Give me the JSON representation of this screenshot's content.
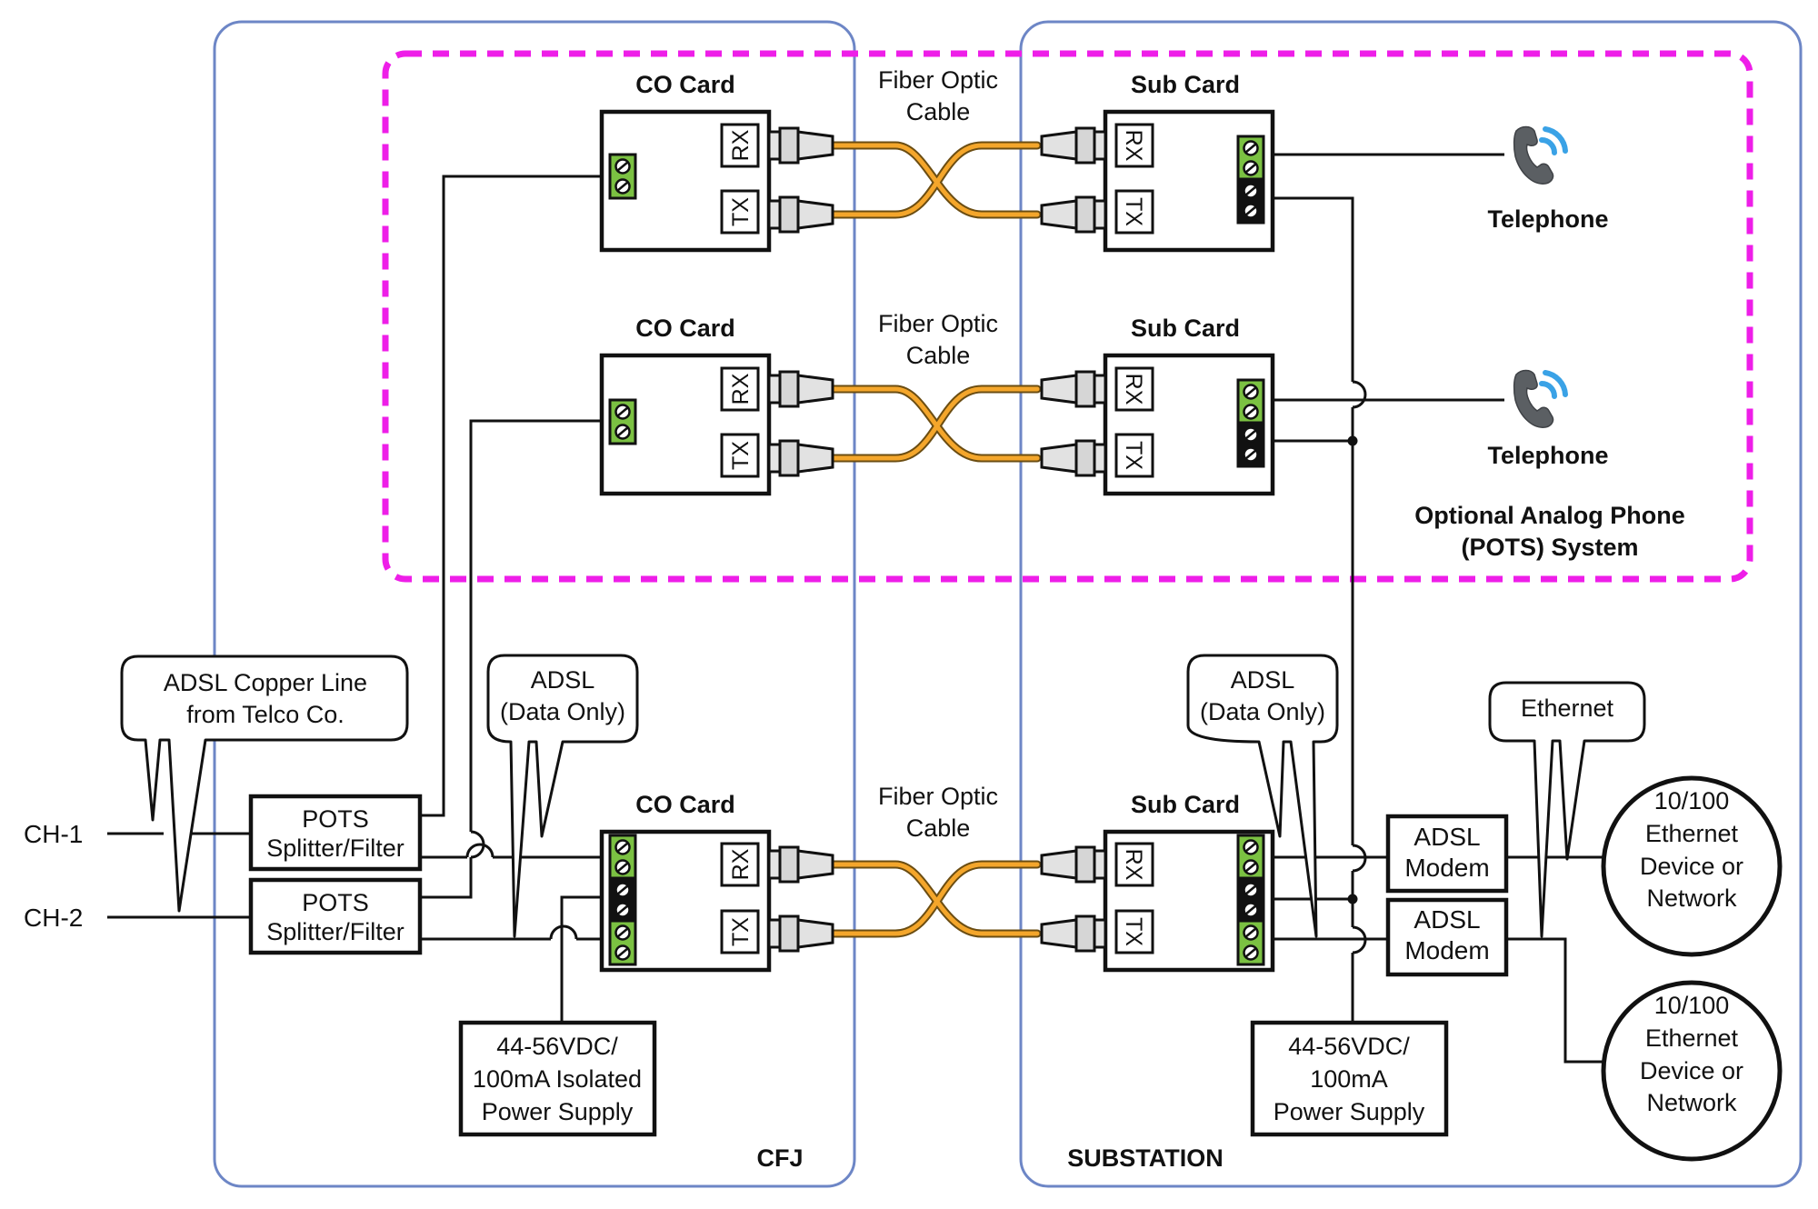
{
  "panels": {
    "left": "CFJ",
    "right": "SUBSTATION"
  },
  "cards": {
    "co": "CO Card",
    "sub": "Sub Card",
    "rx": "RX",
    "tx": "TX"
  },
  "fiber": {
    "line1": "Fiber Optic",
    "line2": "Cable"
  },
  "telephone": "Telephone",
  "pots_system": {
    "line1": "Optional Analog Phone",
    "line2": "(POTS) System"
  },
  "channels": {
    "ch1": "CH-1",
    "ch2": "CH-2"
  },
  "callouts": {
    "copper_line1": "ADSL Copper Line",
    "copper_line2": "from Telco Co.",
    "adsl_line1": "ADSL",
    "adsl_line2": "(Data Only)",
    "ethernet": "Ethernet"
  },
  "splitter": {
    "line1": "POTS",
    "line2": "Splitter/Filter"
  },
  "modem": {
    "line1": "ADSL",
    "line2": "Modem"
  },
  "ethernet_device": {
    "line1": "10/100",
    "line2": "Ethernet",
    "line3": "Device or",
    "line4": "Network"
  },
  "psu_left": {
    "line1": "44-56VDC/",
    "line2": "100mA Isolated",
    "line3": "Power Supply"
  },
  "psu_right": {
    "line1": "44-56VDC/",
    "line2": "100mA",
    "line3": "Power Supply"
  },
  "colors": {
    "panel_border": "#6d86c6",
    "pots_border": "#ee1ee8",
    "terminal_green": "#7bc142",
    "fiber": "#f4a62b",
    "phone_handset": "#5b5f63",
    "phone_waves": "#3aa2e6"
  }
}
